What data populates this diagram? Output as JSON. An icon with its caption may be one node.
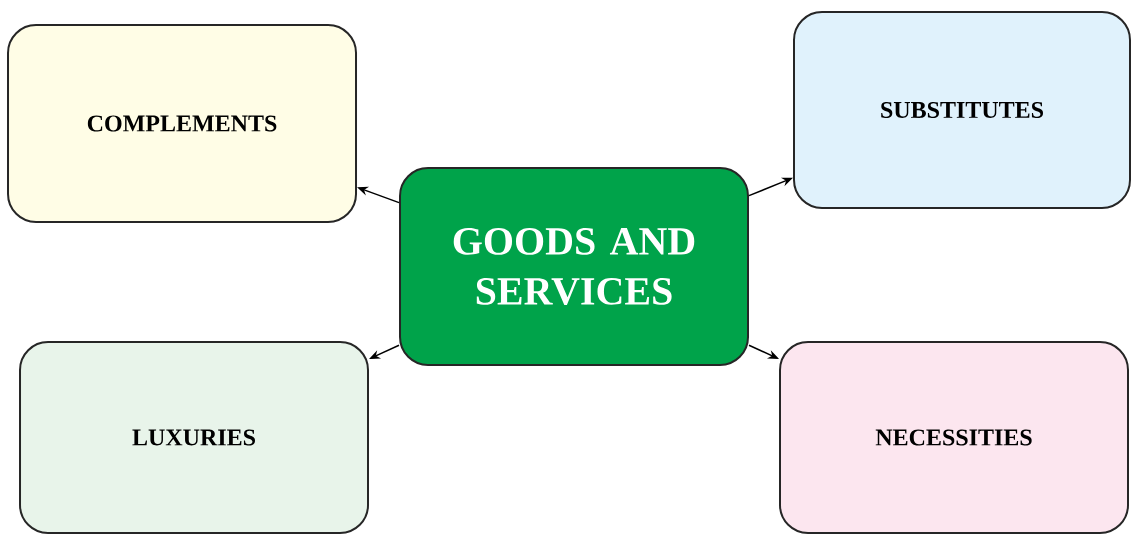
{
  "diagram": {
    "nodes": [
      {
        "text": [
          "GOODS AND SERVICES"
        ]
      },
      {
        "text": [
          "COMPLEMENTS"
        ]
      },
      {
        "text": [
          "SUBSTITUTES"
        ]
      },
      {
        "text": [
          "LUXURIES"
        ]
      },
      {
        "text": [
          "NECESSITIES"
        ]
      }
    ],
    "edges": [
      {
        "from": 0,
        "to": 1,
        "arrow": "to"
      },
      {
        "from": 0,
        "to": 2,
        "arrow": "to"
      },
      {
        "from": 0,
        "to": 3,
        "arrow": "to"
      },
      {
        "from": 0,
        "to": 4,
        "arrow": "to"
      }
    ]
  }
}
